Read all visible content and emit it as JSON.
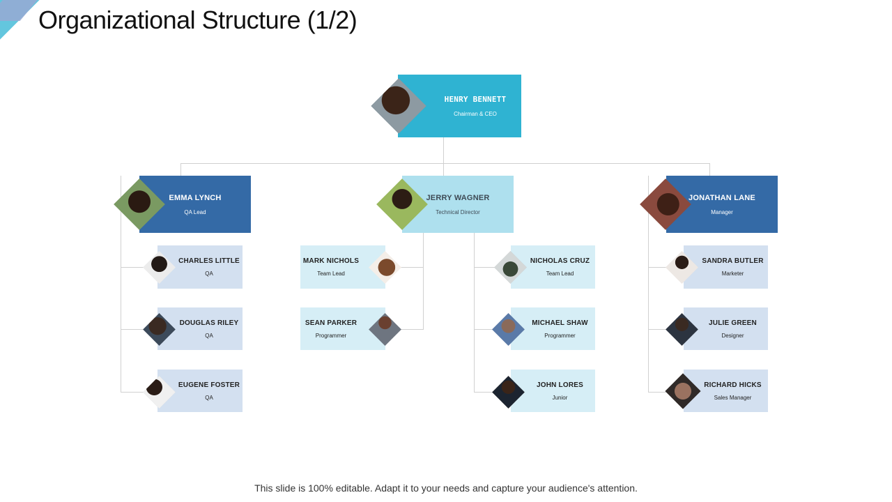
{
  "title": "Organizational Structure (1/2)",
  "footer": "This slide is 100% editable. Adapt it to your needs and capture your audience's attention.",
  "colors": {
    "ceo_card": "#2fb3d2",
    "manager_card_dark": "#346aa6",
    "manager_card_light": "#aee0ee",
    "staff_card_blue": "#d3e0f0",
    "staff_card_cyan": "#d6eef6",
    "connector": "#d0d0d0"
  },
  "ceo": {
    "name": "HENRY  BENNETT",
    "role": "Chairman & CEO",
    "photo": "person-photo"
  },
  "managers": [
    {
      "name": "EMMA LYNCH",
      "role": "QA Lead",
      "photo": "person-photo"
    },
    {
      "name": "JERRY  WAGNER",
      "role": "Technical  Director",
      "photo": "person-photo"
    },
    {
      "name": "JONATHAN LANE",
      "role": "Manager",
      "photo": "person-photo"
    }
  ],
  "teams": {
    "qa": [
      {
        "name": "CHARLES LITTLE",
        "role": "QA"
      },
      {
        "name": "DOUGLAS  RILEY",
        "role": "QA"
      },
      {
        "name": "EUGENE FOSTER",
        "role": "QA"
      }
    ],
    "tech_left": [
      {
        "name": "MARK  NICHOLS",
        "role": "Team  Lead"
      },
      {
        "name": "SEAN  PARKER",
        "role": "Programmer"
      }
    ],
    "tech_right": [
      {
        "name": "NICHOLAS CRUZ",
        "role": "Team  Lead"
      },
      {
        "name": "MICHAEL SHAW",
        "role": "Programmer"
      },
      {
        "name": "JOHN LORES",
        "role": "Junior"
      }
    ],
    "management": [
      {
        "name": "SANDRA  BUTLER",
        "role": "Marketer"
      },
      {
        "name": "JULIE GREEN",
        "role": "Designer"
      },
      {
        "name": "RICHARD HICKS",
        "role": "Sales Manager"
      }
    ]
  }
}
